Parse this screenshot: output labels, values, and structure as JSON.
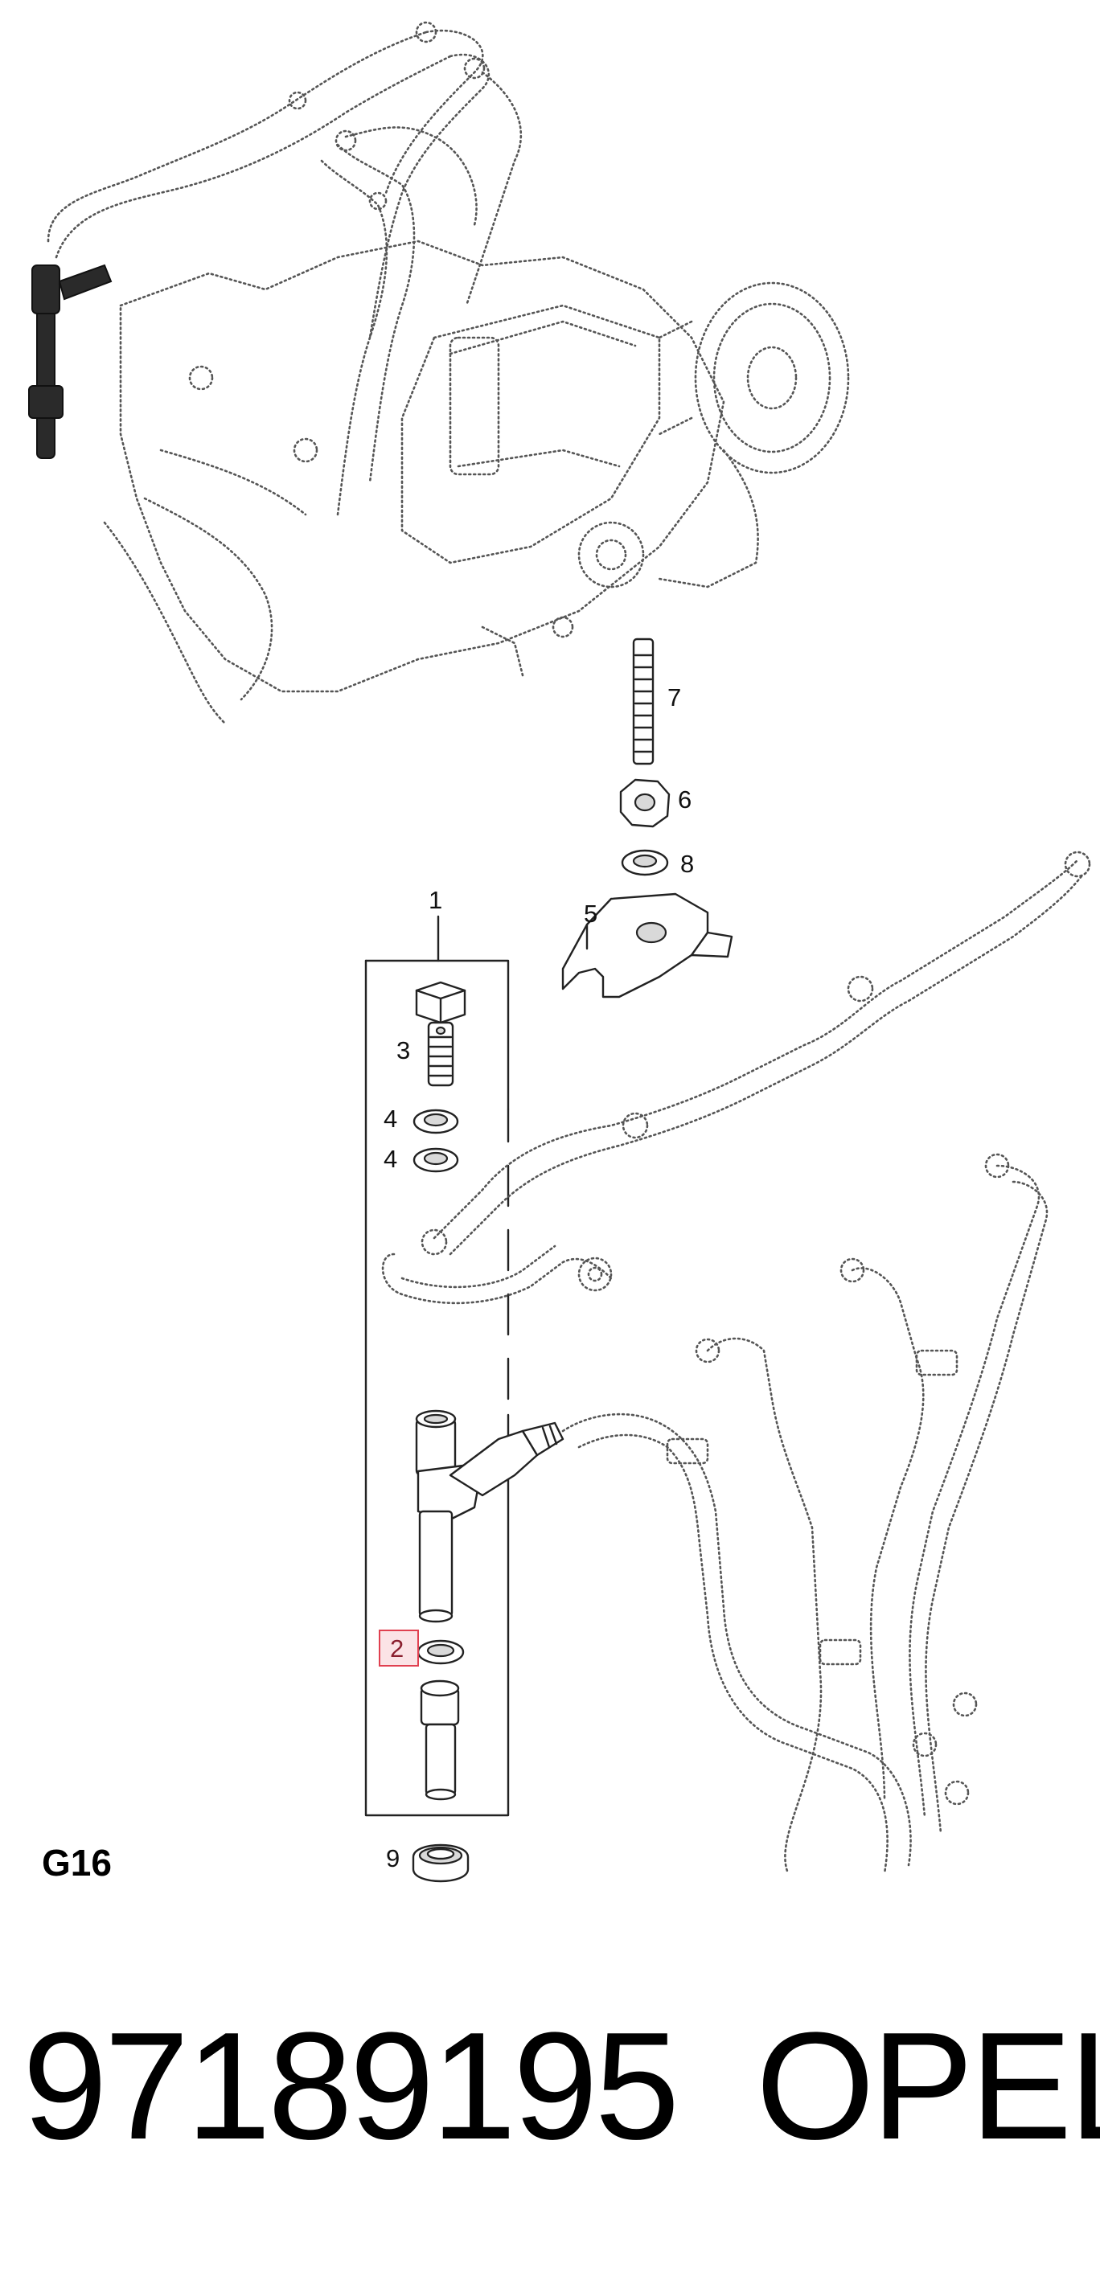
{
  "diagram": {
    "group_code": "G16",
    "callouts": [
      {
        "id": "1",
        "label": "1"
      },
      {
        "id": "2",
        "label": "2",
        "highlighted": true
      },
      {
        "id": "3",
        "label": "3"
      },
      {
        "id": "4a",
        "label": "4"
      },
      {
        "id": "4b",
        "label": "4"
      },
      {
        "id": "5",
        "label": "5"
      },
      {
        "id": "6",
        "label": "6"
      },
      {
        "id": "7",
        "label": "7"
      },
      {
        "id": "8",
        "label": "8"
      },
      {
        "id": "9",
        "label": "9"
      }
    ],
    "highlight_color": "#e04050"
  },
  "footer": {
    "part_number": "97189195",
    "brand": "OPEL"
  }
}
